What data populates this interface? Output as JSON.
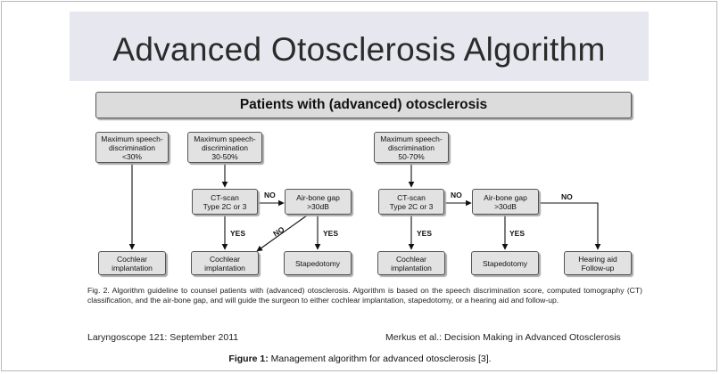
{
  "banner": {
    "title": "Advanced Otosclerosis Algorithm"
  },
  "header": "Patients with (advanced) otosclerosis",
  "boxes": {
    "msd_low": "Maximum speech-\ndiscrimination\n<30%",
    "msd_mid": "Maximum speech-\ndiscrimination\n30-50%",
    "msd_high": "Maximum speech-\ndiscrimination\n50-70%",
    "ct_left": "CT-scan\nType 2C or 3",
    "ct_right": "CT-scan\nType 2C or 3",
    "abg_left": "Air-bone gap\n>30dB",
    "abg_right": "Air-bone gap\n>30dB",
    "ci_1": "Cochlear\nimplantation",
    "ci_2": "Cochlear\nimplantation",
    "ci_3": "Cochlear\nimplantation",
    "stap_1": "Stapedotomy",
    "stap_2": "Stapedotomy",
    "hearing_aid": "Hearing aid\nFollow-up"
  },
  "labels": {
    "no_ct_left": "NO",
    "yes_ct_left": "YES",
    "no_abg_left": "NO",
    "yes_abg_left": "YES",
    "no_ct_right": "NO",
    "yes_ct_right": "YES",
    "yes_abg_right": "YES",
    "no_abg_right": "NO"
  },
  "caption": "Fig. 2. Algorithm guideline to counsel patients with (advanced) otosclerosis. Algorithm is based on the speech discrimination score, computed tomography (CT) classification, and the air-bone gap, and will guide the surgeon to either cochlear implantation, stapedotomy, or a hearing aid and follow-up.",
  "footer": {
    "left": "Laryngoscope 121: September 2011",
    "right": "Merkus et al.: Decision Making in Advanced Otosclerosis"
  },
  "figure_caption": {
    "label": "Figure 1:",
    "text": " Management algorithm for advanced otosclerosis [3]."
  }
}
